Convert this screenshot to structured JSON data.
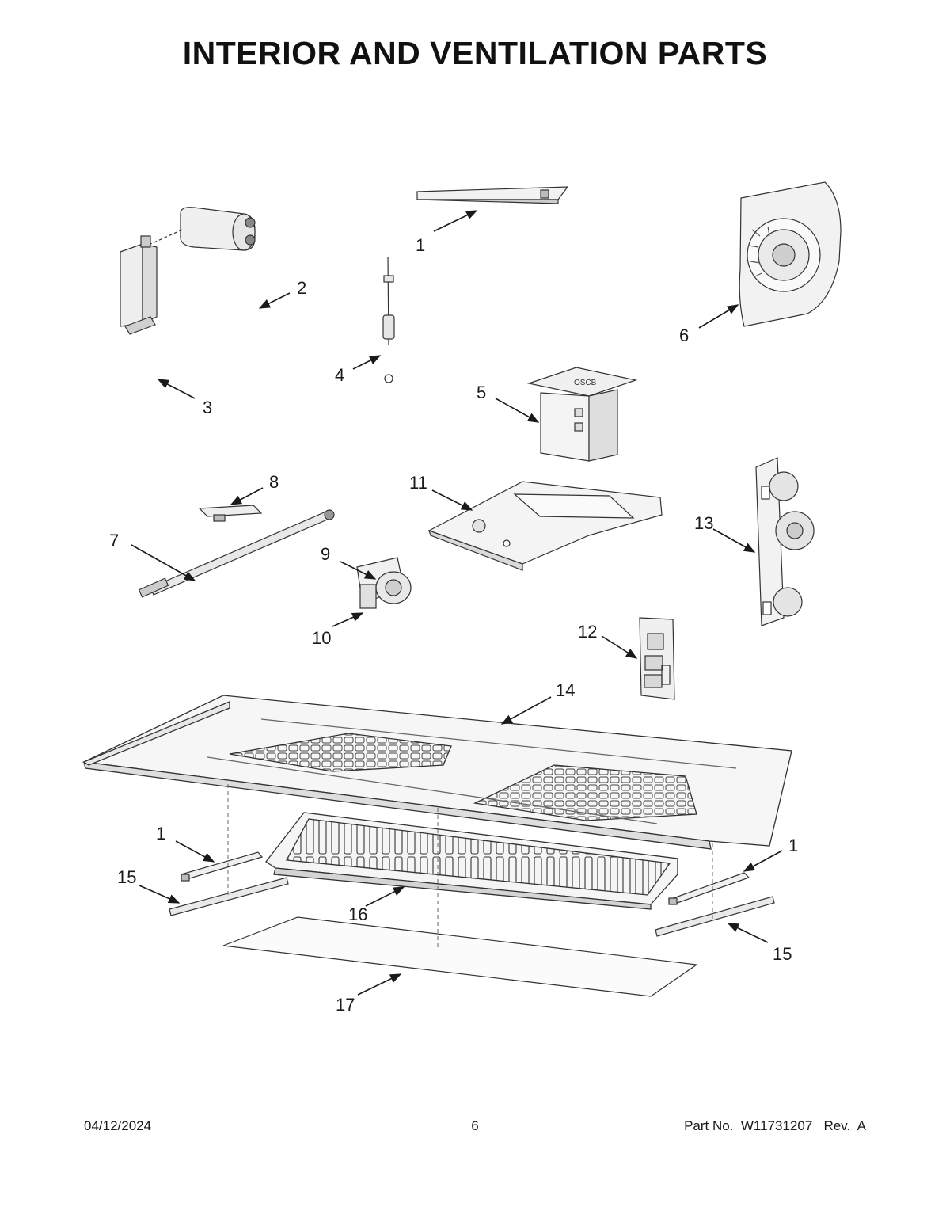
{
  "title": "INTERIOR AND VENTILATION PARTS",
  "callouts": {
    "c1_top": "1",
    "c2": "2",
    "c3": "3",
    "c4": "4",
    "c5": "5",
    "c6": "6",
    "c7": "7",
    "c8": "8",
    "c9": "9",
    "c10": "10",
    "c11": "11",
    "c12": "12",
    "c13": "13",
    "c14": "14",
    "c1_left": "1",
    "c1_right": "1",
    "c15_left": "15",
    "c15_right": "15",
    "c16": "16",
    "c17": "17"
  },
  "footer": {
    "date": "04/12/2024",
    "page": "6",
    "part": "Part No.  W11731207   Rev.  A"
  }
}
